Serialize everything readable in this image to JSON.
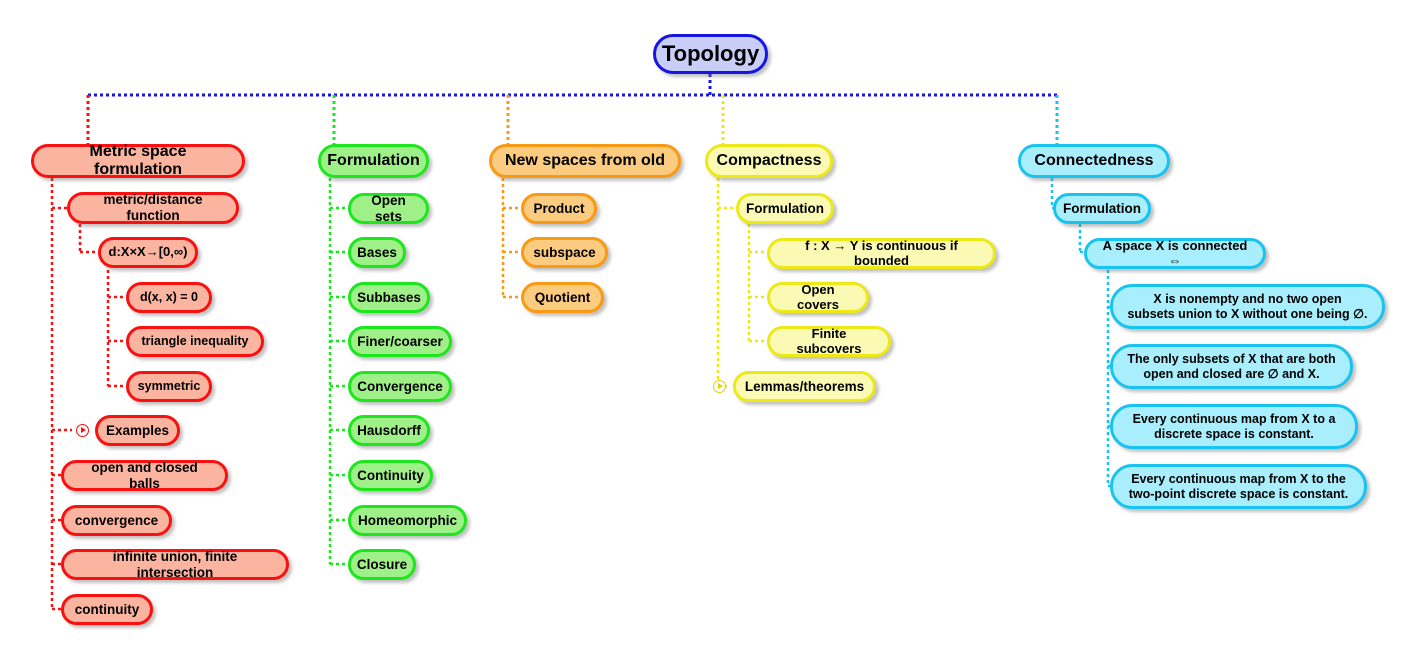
{
  "title": "Topology",
  "palette": {
    "root_border": "#1616E0",
    "root_fill": "#C9CEF7",
    "red_border": "#F91010",
    "red_fill": "#FAB4A0",
    "green_border": "#1EE61E",
    "green_fill": "#A0F08A",
    "orange_border": "#F99A15",
    "orange_fill": "#FBCB80",
    "yellow_border": "#EDE817",
    "yellow_fill": "#FAFAB4",
    "cyan_border": "#19C3F0",
    "cyan_fill": "#A8EEFC",
    "trunk_connector": "#1616E0"
  },
  "root": {
    "label": "Topology"
  },
  "branches": [
    {
      "id": "metric",
      "color": "red",
      "label": "Metric space formulation",
      "children": [
        {
          "label": "metric/distance function"
        },
        {
          "label": "d:X×X→[0,∞)"
        },
        {
          "label": "d(x, x) = 0"
        },
        {
          "label": "triangle inequality"
        },
        {
          "label": "symmetric"
        },
        {
          "label": "Examples",
          "collapsed": true
        },
        {
          "label": "open and closed balls"
        },
        {
          "label": "convergence"
        },
        {
          "label": "infinite union, finite intersection"
        },
        {
          "label": "continuity"
        }
      ]
    },
    {
      "id": "formulation",
      "color": "green",
      "label": "Formulation",
      "children": [
        {
          "label": "Open sets"
        },
        {
          "label": "Bases"
        },
        {
          "label": "Subbases"
        },
        {
          "label": "Finer/coarser"
        },
        {
          "label": "Convergence"
        },
        {
          "label": "Hausdorff"
        },
        {
          "label": "Continuity"
        },
        {
          "label": "Homeomorphic"
        },
        {
          "label": "Closure"
        }
      ]
    },
    {
      "id": "newspaces",
      "color": "orange",
      "label": "New spaces from old",
      "children": [
        {
          "label": "Product"
        },
        {
          "label": "subspace"
        },
        {
          "label": "Quotient"
        }
      ]
    },
    {
      "id": "compactness",
      "color": "yellow",
      "label": "Compactness",
      "children": [
        {
          "label": "Formulation"
        },
        {
          "label": "f : X → Y is continuous if bounded"
        },
        {
          "label": "Open covers"
        },
        {
          "label": "Finite subcovers"
        },
        {
          "label": "Lemmas/theorems",
          "collapsed": true
        }
      ]
    },
    {
      "id": "connectedness",
      "color": "cyan",
      "label": "Connectedness",
      "children": [
        {
          "label": "Formulation"
        },
        {
          "label": "A space X is connected ⇔"
        },
        {
          "label": "X is nonempty and no two open\nsubsets union to X without one being ∅."
        },
        {
          "label": "The only subsets of X that are both\nopen and closed are ∅ and X."
        },
        {
          "label": "Every continuous map from X to a\ndiscrete space is constant."
        },
        {
          "label": "Every continuous map from X to the\ntwo-point discrete space is constant."
        }
      ]
    }
  ]
}
